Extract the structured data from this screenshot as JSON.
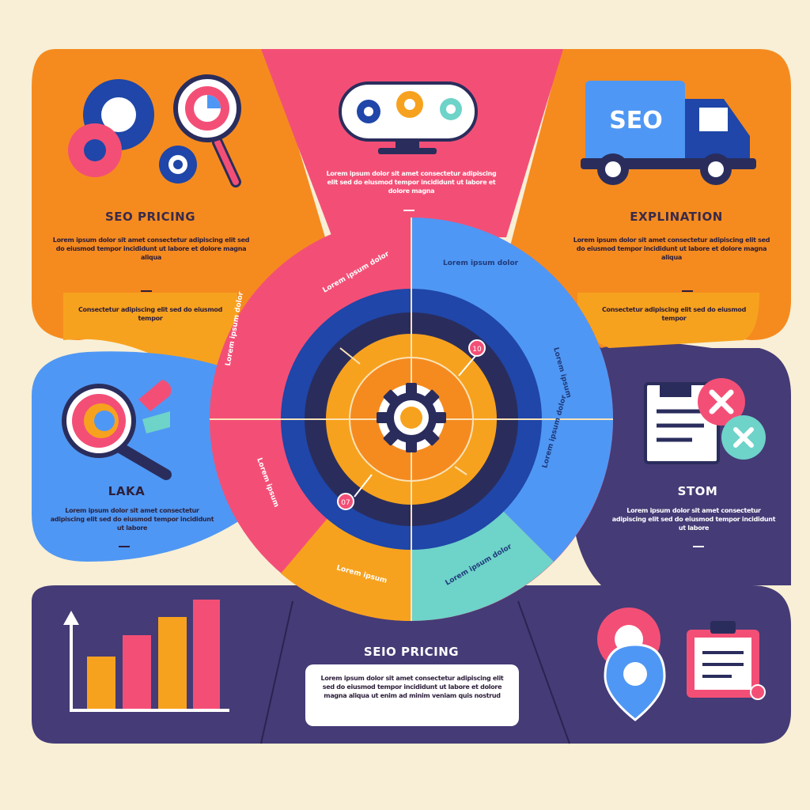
{
  "colors": {
    "background": "#f8efd6",
    "orange": "#f58b1f",
    "pink": "#f34f76",
    "blue": "#4f97f4",
    "navy": "#453b76",
    "dark_blue": "#1f46a8",
    "yellow": "#f7a21e",
    "teal": "#6ed3c9"
  },
  "panels": {
    "top_left": {
      "title": "SEO PRICING",
      "text_1": "Lorem ipsum dolor sit amet consectetur adipiscing elit sed do eiusmod tempor incididunt ut labore et dolore magna aliqua",
      "text_2": "Consectetur adipiscing elit sed do eiusmod tempor"
    },
    "top_center": {
      "text": "Lorem ipsum dolor sit amet consectetur adipiscing elit sed do eiusmod tempor incididunt ut labore et dolore magna"
    },
    "top_right": {
      "title": "EXPLINATION",
      "truck_text": "SEO",
      "text_1": "Lorem ipsum dolor sit amet consectetur adipiscing elit sed do eiusmod tempor incididunt ut labore et dolore magna aliqua",
      "text_2": "Consectetur adipiscing elit sed do eiusmod tempor"
    },
    "mid_left": {
      "title": "LAKA",
      "text": "Lorem ipsum dolor sit amet consectetur adipiscing elit sed do eiusmod tempor incididunt ut labore"
    },
    "mid_right": {
      "title": "STOM",
      "text": "Lorem ipsum dolor sit amet consectetur adipiscing elit sed do eiusmod tempor incididunt ut labore"
    },
    "bottom_center": {
      "title": "SEIO PRICING",
      "text": "Lorem ipsum dolor sit amet consectetur adipiscing elit sed do eiusmod tempor incididunt ut labore et dolore magna aliqua ut enim ad minim veniam quis nostrud"
    }
  },
  "wheel": {
    "segment_texts": [
      "Lorem ipsum dolor",
      "Lorem ipsum dolor",
      "Lorem ipsum",
      "Lorem ipsum dolor",
      "Lorem ipsum",
      "Lorem ipsum dolor",
      "Lorem ipsum",
      "Lorem ipsum dolor"
    ],
    "pin_labels": [
      "10",
      "07"
    ]
  },
  "icons": [
    "gear-icon",
    "magnifier-icon",
    "monitor-icon",
    "truck-icon",
    "document-icon",
    "close-badge-icon",
    "location-pin-icon",
    "clipboard-icon",
    "bar-chart-icon"
  ]
}
